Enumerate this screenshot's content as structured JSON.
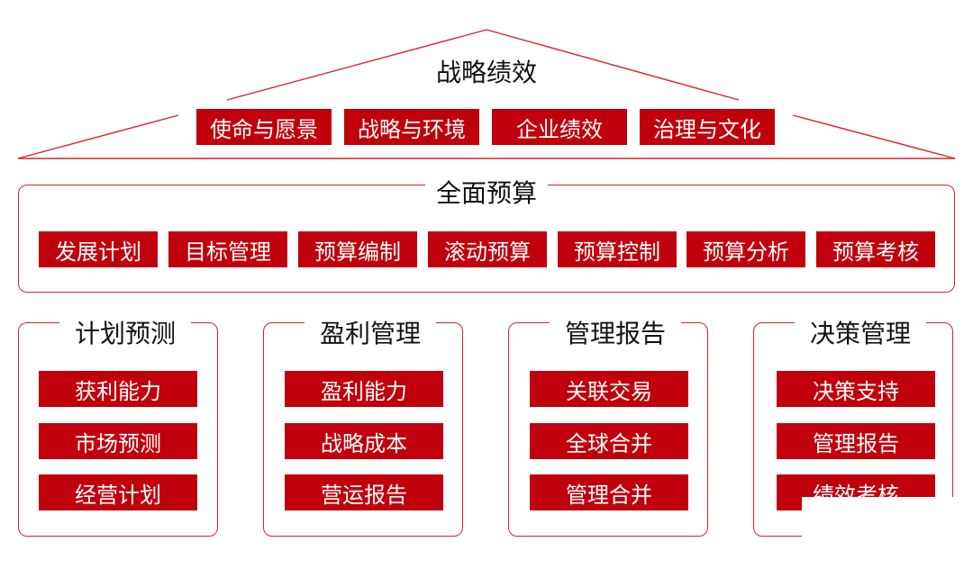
{
  "strategy": {
    "title": "战略绩效",
    "items": [
      "使命与愿景",
      "战略与环境",
      "企业绩效",
      "治理与文化"
    ]
  },
  "budget": {
    "title": "全面预算",
    "items": [
      "发展计划",
      "目标管理",
      "预算编制",
      "滚动预算",
      "预算控制",
      "预算分析",
      "预算考核"
    ]
  },
  "columns": [
    {
      "title": "计划预测",
      "items": [
        "获利能力",
        "市场预测",
        "经营计划"
      ]
    },
    {
      "title": "盈利管理",
      "items": [
        "盈利能力",
        "战略成本",
        "营运报告"
      ]
    },
    {
      "title": "管理报告",
      "items": [
        "关联交易",
        "全球合并",
        "管理合并"
      ]
    },
    {
      "title": "决策管理",
      "items": [
        "决策支持",
        "管理报告",
        "绩效考核"
      ]
    }
  ],
  "colors": {
    "box": "#c0000c",
    "line": "#d9232d"
  }
}
